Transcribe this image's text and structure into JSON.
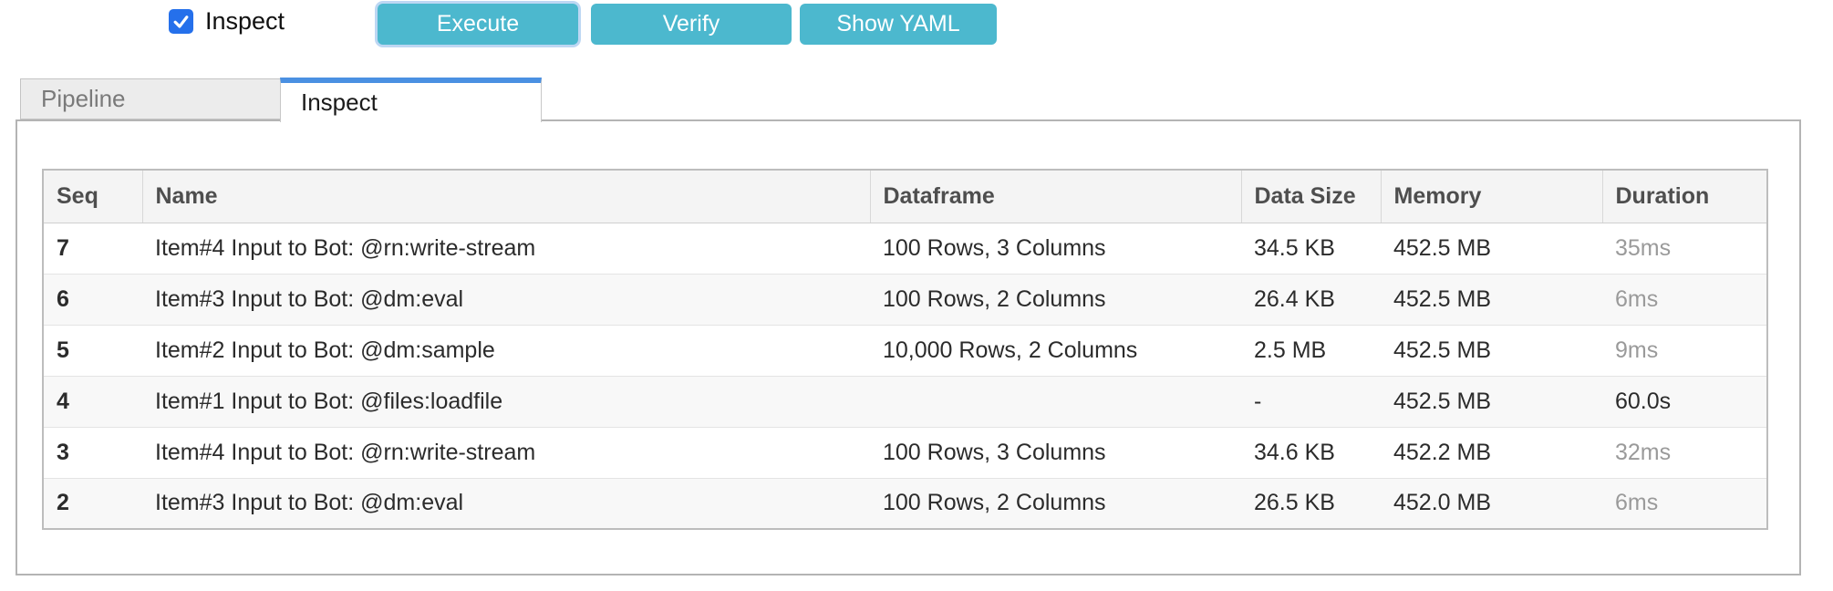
{
  "toolbar": {
    "checkbox_label": "Inspect",
    "checkbox_checked": true,
    "execute_label": "Execute",
    "verify_label": "Verify",
    "show_yaml_label": "Show YAML"
  },
  "tabs": [
    {
      "label": "Pipeline",
      "active": false
    },
    {
      "label": "Inspect",
      "active": true
    }
  ],
  "colors": {
    "button_teal": "#4cb8ce",
    "active_tab_accent": "#4a90e2",
    "checkbox_blue": "#2570eb",
    "muted_duration": "#9a9a9a"
  },
  "table": {
    "columns": [
      "Seq",
      "Name",
      "Dataframe",
      "Data Size",
      "Memory",
      "Duration"
    ],
    "rows": [
      {
        "seq": "7",
        "name": "Item#4 Input to Bot: @rn:write-stream",
        "dataframe": "100 Rows, 3 Columns",
        "data_size": "34.5 KB",
        "memory": "452.5 MB",
        "duration": "35ms",
        "duration_muted": true
      },
      {
        "seq": "6",
        "name": "Item#3 Input to Bot: @dm:eval",
        "dataframe": "100 Rows, 2 Columns",
        "data_size": "26.4 KB",
        "memory": "452.5 MB",
        "duration": "6ms",
        "duration_muted": true
      },
      {
        "seq": "5",
        "name": "Item#2 Input to Bot: @dm:sample",
        "dataframe": "10,000 Rows, 2 Columns",
        "data_size": "2.5 MB",
        "memory": "452.5 MB",
        "duration": "9ms",
        "duration_muted": true
      },
      {
        "seq": "4",
        "name": "Item#1 Input to Bot: @files:loadfile",
        "dataframe": "",
        "data_size": "-",
        "memory": "452.5 MB",
        "duration": "60.0s",
        "duration_muted": false
      },
      {
        "seq": "3",
        "name": "Item#4 Input to Bot: @rn:write-stream",
        "dataframe": "100 Rows, 3 Columns",
        "data_size": "34.6 KB",
        "memory": "452.2 MB",
        "duration": "32ms",
        "duration_muted": true
      },
      {
        "seq": "2",
        "name": "Item#3 Input to Bot: @dm:eval",
        "dataframe": "100 Rows, 2 Columns",
        "data_size": "26.5 KB",
        "memory": "452.0 MB",
        "duration": "6ms",
        "duration_muted": true
      }
    ]
  }
}
